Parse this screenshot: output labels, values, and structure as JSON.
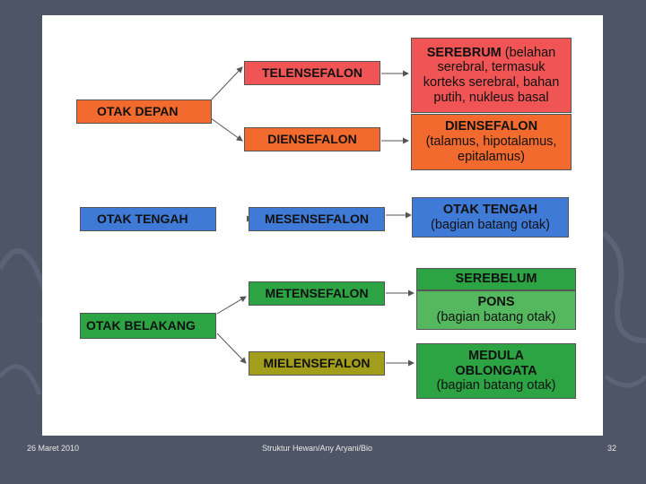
{
  "left": {
    "depan": "OTAK DEPAN",
    "tengah": "OTAK TENGAH",
    "belakang": "OTAK BELAKANG"
  },
  "middle": {
    "telensefalon": "TELENSEFALON",
    "diensefalon": "DIENSEFALON",
    "mesensefalon": "MESENSEFALON",
    "metensefalon": "METENSEFALON",
    "mielensefalon": "MIELENSEFALON"
  },
  "right": {
    "serebrum_title": "SEREBRUM",
    "serebrum_l1": " (belahan",
    "serebrum_l2": "serebral, termasuk",
    "serebrum_l3": "korteks serebral, bahan",
    "serebrum_l4": "putih, nukleus basal",
    "diensefalon_title": "DIENSEFALON",
    "diensefalon_l2": "(talamus, hipotalamus,",
    "diensefalon_l3": "epitalamus)",
    "otak_tengah_title": "OTAK TENGAH",
    "otak_tengah_sub": "(bagian batang otak)",
    "serebelum": "SEREBELUM",
    "pons_title": "PONS",
    "pons_sub": "(bagian batang otak)",
    "medula_l1": "MEDULA",
    "medula_l2": "OBLONGATA",
    "medula_sub": "(bagian batang otak)"
  },
  "colors": {
    "orange": "#f26a2e",
    "red": "#f05454",
    "blue": "#3f7ad6",
    "green": "#2ca444",
    "olive": "#a39d1c"
  },
  "footer": {
    "date": "26 Maret 2010",
    "center": "Struktur Hewan/Any Aryani/Bio",
    "page": "32"
  }
}
